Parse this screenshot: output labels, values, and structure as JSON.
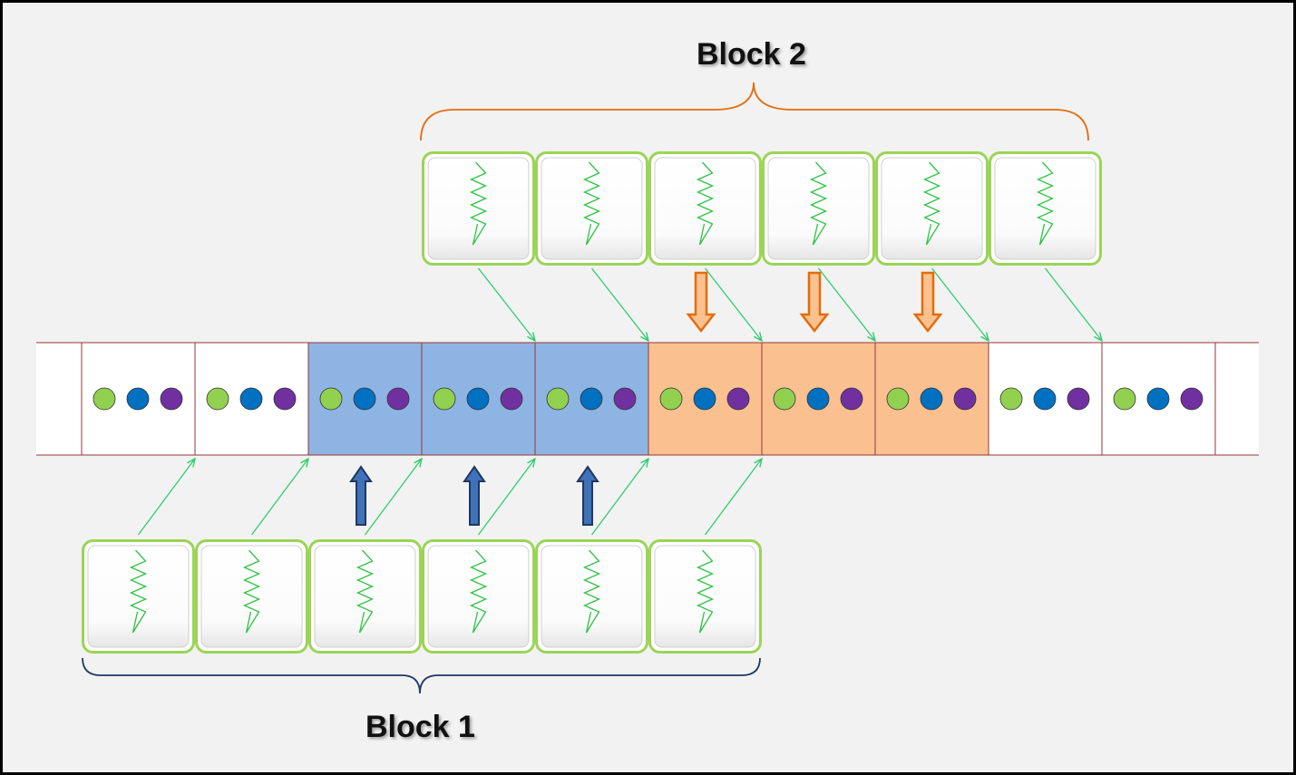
{
  "block1": {
    "label": "Block 1",
    "tiles": 6,
    "first_cell": 0,
    "brace_color": "#1f3864"
  },
  "block2": {
    "label": "Block 2",
    "tiles": 6,
    "first_cell": 3,
    "brace_color": "#e46c0a"
  },
  "strip": {
    "cells": [
      {
        "index": 0,
        "fill": "#ffffff"
      },
      {
        "index": 1,
        "fill": "#ffffff"
      },
      {
        "index": 2,
        "fill": "#8eb4e3"
      },
      {
        "index": 3,
        "fill": "#8eb4e3"
      },
      {
        "index": 4,
        "fill": "#8eb4e3"
      },
      {
        "index": 5,
        "fill": "#fac090"
      },
      {
        "index": 6,
        "fill": "#fac090"
      },
      {
        "index": 7,
        "fill": "#fac090"
      },
      {
        "index": 8,
        "fill": "#ffffff"
      },
      {
        "index": 9,
        "fill": "#ffffff"
      }
    ],
    "dot_colors": [
      "#92d050",
      "#0070c0",
      "#7030a0"
    ],
    "line_color": "#953735"
  },
  "up_arrow_cells": [
    2,
    3,
    4
  ],
  "down_arrow_cells": [
    5,
    6,
    7
  ],
  "colors": {
    "connector": "#2fcc70",
    "tile_border": "#9bd456",
    "zigzag": "#2fc246",
    "up_arrow": "#3f72b8",
    "down_arrow_fill": "#fbc190",
    "down_arrow_stroke": "#e36c0a"
  }
}
